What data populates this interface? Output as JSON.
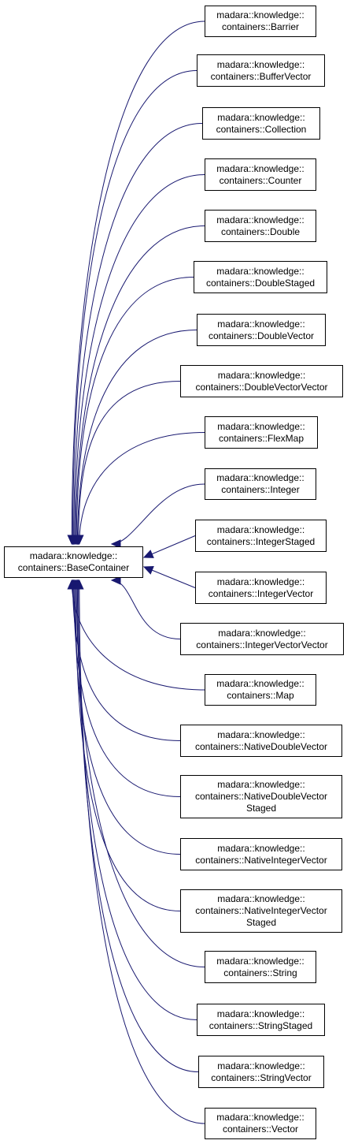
{
  "colors": {
    "edge": "#191970",
    "node_border": "#000000",
    "node_fill": "#ffffff",
    "text": "#000000"
  },
  "base": {
    "lines": [
      "madara::knowledge::",
      "containers::BaseContainer"
    ]
  },
  "derived": [
    {
      "lines": [
        "madara::knowledge::",
        "containers::Barrier"
      ]
    },
    {
      "lines": [
        "madara::knowledge::",
        "containers::BufferVector"
      ]
    },
    {
      "lines": [
        "madara::knowledge::",
        "containers::Collection"
      ]
    },
    {
      "lines": [
        "madara::knowledge::",
        "containers::Counter"
      ]
    },
    {
      "lines": [
        "madara::knowledge::",
        "containers::Double"
      ]
    },
    {
      "lines": [
        "madara::knowledge::",
        "containers::DoubleStaged"
      ]
    },
    {
      "lines": [
        "madara::knowledge::",
        "containers::DoubleVector"
      ]
    },
    {
      "lines": [
        "madara::knowledge::",
        "containers::DoubleVectorVector"
      ]
    },
    {
      "lines": [
        "madara::knowledge::",
        "containers::FlexMap"
      ]
    },
    {
      "lines": [
        "madara::knowledge::",
        "containers::Integer"
      ]
    },
    {
      "lines": [
        "madara::knowledge::",
        "containers::IntegerStaged"
      ]
    },
    {
      "lines": [
        "madara::knowledge::",
        "containers::IntegerVector"
      ]
    },
    {
      "lines": [
        "madara::knowledge::",
        "containers::IntegerVectorVector"
      ]
    },
    {
      "lines": [
        "madara::knowledge::",
        "containers::Map"
      ]
    },
    {
      "lines": [
        "madara::knowledge::",
        "containers::NativeDoubleVector"
      ]
    },
    {
      "lines": [
        "madara::knowledge::",
        "containers::NativeDoubleVector",
        "Staged"
      ]
    },
    {
      "lines": [
        "madara::knowledge::",
        "containers::NativeIntegerVector"
      ]
    },
    {
      "lines": [
        "madara::knowledge::",
        "containers::NativeIntegerVector",
        "Staged"
      ]
    },
    {
      "lines": [
        "madara::knowledge::",
        "containers::String"
      ]
    },
    {
      "lines": [
        "madara::knowledge::",
        "containers::StringStaged"
      ]
    },
    {
      "lines": [
        "madara::knowledge::",
        "containers::StringVector"
      ]
    },
    {
      "lines": [
        "madara::knowledge::",
        "containers::Vector"
      ]
    }
  ]
}
